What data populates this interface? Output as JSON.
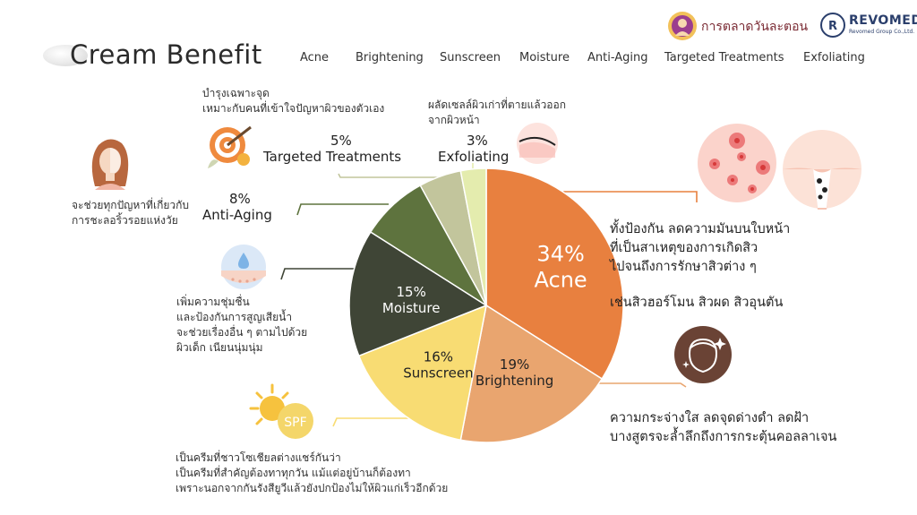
{
  "header": {
    "title": "Cream Benefit",
    "nav": [
      "Acne",
      "Brightening",
      "Sunscreen",
      "Moisture",
      "Anti-Aging",
      "Targeted Treatments",
      "Exfoliating"
    ],
    "brand1": "การตลาดวันละตอน",
    "brand2": {
      "name": "REVOMED",
      "sub": "Revomed Group Co.,Ltd."
    }
  },
  "chart_data": {
    "type": "pie",
    "categories": [
      "Acne",
      "Brightening",
      "Sunscreen",
      "Moisture",
      "Anti-Aging",
      "Targeted Treatments",
      "Exfoliating"
    ],
    "values": [
      34,
      19,
      16,
      15,
      8,
      5,
      3
    ],
    "labels": [
      "34%",
      "19%",
      "16%",
      "15%",
      "8%",
      "5%",
      "3%"
    ],
    "colors": [
      "#e8803f",
      "#e9a56f",
      "#f8dc73",
      "#3f4536",
      "#5e733e",
      "#c2c59c",
      "#e4ecae"
    ],
    "start_angle_deg": 0,
    "direction": "clockwise"
  },
  "callouts": {
    "acne": [
      "ทั้งป้องกัน ลดความมันบนใบหน้า",
      "ที่เป็นสาเหตุของการเกิดสิว",
      "ไปจนถึงการรักษาสิวต่าง ๆ",
      "เช่นสิวฮอร์โมน สิวผด สิวอุนตัน"
    ],
    "brightening": [
      "ความกระจ่างใส ลดจุดด่างดำ ลดฝ้า",
      "บางสูตรจะล้ำลึกถึงการกระตุ้นคอลลาเจน"
    ],
    "sunscreen": [
      "เป็นครีมที่ชาวโซเชียลต่างแชร์กันว่า",
      "เป็นครีมที่สำคัญต้องทาทุกวัน แม้แต่อยู่บ้านก็ต้องทา",
      "เพราะนอกจากกันรังสียูวีแล้วยังปกป้องไม่ให้ผิวแก่เร็วอีกด้วย"
    ],
    "moisture": [
      "เพิ่มความชุ่มชื่น",
      "และป้องกันการสูญเสียน้ำ",
      "จะช่วยเรื่องอื่น ๆ ตามไปด้วย",
      "ผิวเด็ก เนียนนุ่มนุ่ม"
    ],
    "anti_aging": [
      "จะช่วยทุกปัญหาที่เกี่ยวกับ",
      "การชะลอริ้วรอยแห่งวัย"
    ],
    "targeted": [
      "บำรุงเฉพาะจุด",
      "เหมาะกับคนที่เข้าใจปัญหาผิวของตัวเอง"
    ],
    "exfoliating": [
      "ผลัดเซลล์ผิวเก่าที่ตายแล้วออก",
      "จากผิวหน้า"
    ]
  },
  "icons": {
    "spf": "SPF",
    "names": [
      "cream-swatch-icon",
      "brand-logo-icon",
      "revomed-logo-icon",
      "woman-face-icon",
      "target-icon",
      "skin-layer-icon",
      "acne-skin-icon",
      "pore-icon",
      "face-care-icon",
      "moisture-drop-icon",
      "sun-spf-icon"
    ]
  }
}
